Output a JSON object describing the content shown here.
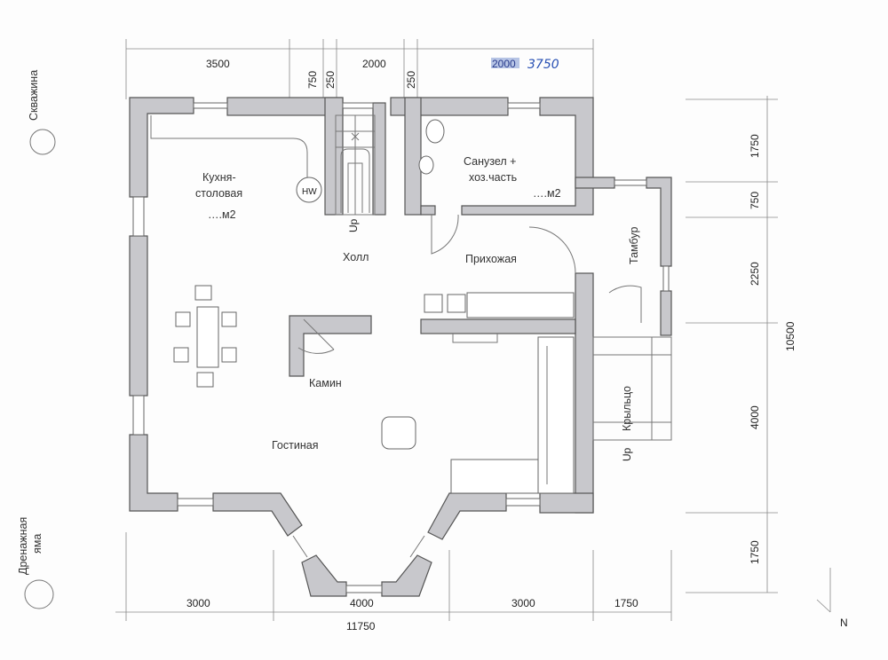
{
  "rooms": {
    "kitchen_line1": "Кухня-",
    "kitchen_line2": "столовая",
    "kitchen_area": "….м2",
    "hall": "Холл",
    "bathroom_line1": "Санузел +",
    "bathroom_line2": "хоз.часть",
    "bathroom_area": "….м2",
    "entrance": "Прихожая",
    "vestibule": "Тамбур",
    "fireplace": "Камин",
    "living": "Гостиная",
    "porch": "Крыльцо"
  },
  "symbols": {
    "water_heater": "HW",
    "stair_up_1": "Up",
    "stair_up_2": "Up",
    "north": "N"
  },
  "outside": {
    "well": "Скважина",
    "drain_line1": "Дренажная",
    "drain_line2": "яма"
  },
  "dimensions": {
    "top": [
      "3500",
      "750",
      "250",
      "2000",
      "250"
    ],
    "top_struck": "2000",
    "top_handwritten": "3750",
    "bottom": [
      "3000",
      "4000",
      "3000",
      "1750"
    ],
    "bottom_total": "11750",
    "right": [
      "1750",
      "750",
      "2250",
      "4000",
      "1750"
    ],
    "right_total": "10500"
  },
  "colors": {
    "wall": "#c8c8cc",
    "handwriting": "#2850b4"
  }
}
